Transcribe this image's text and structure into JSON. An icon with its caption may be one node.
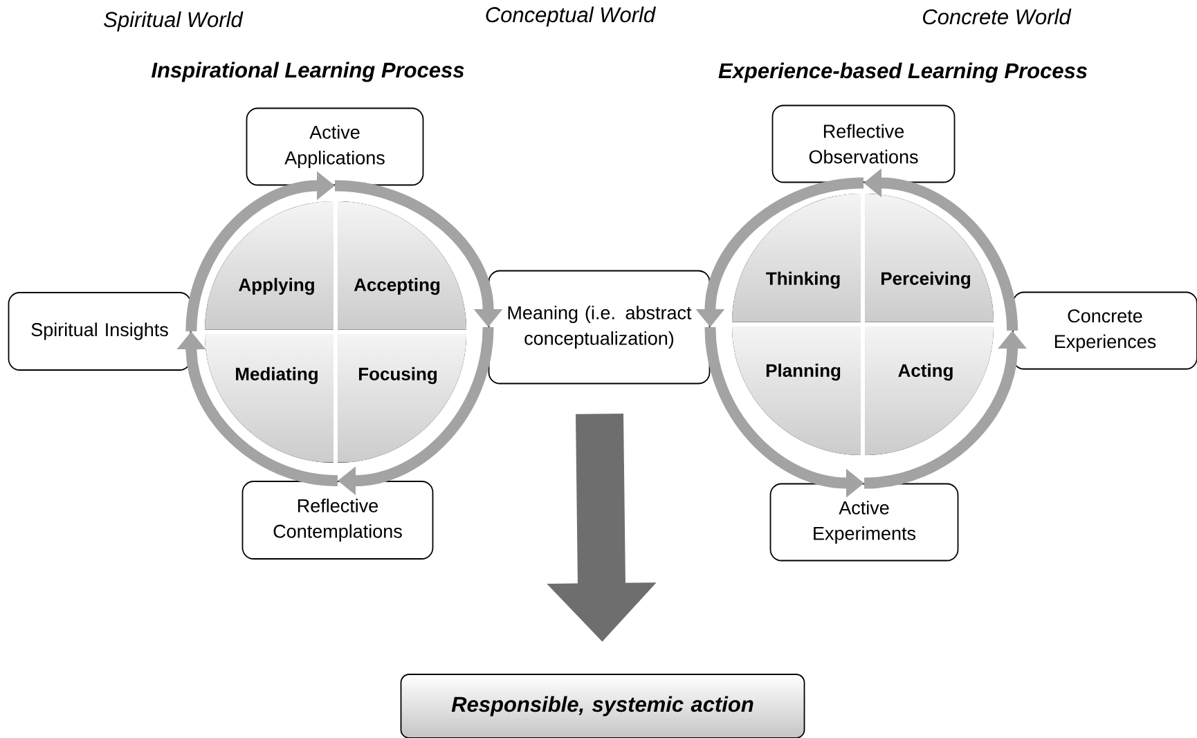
{
  "diagram": {
    "nodes": [
      {
        "text": [
          "Active Applications"
        ]
      },
      {
        "text": [
          "Spiritual Insights"
        ]
      },
      {
        "text": [
          "Reflective Contemplations"
        ]
      },
      {
        "text": [
          "Meaning (i.e. abstract conceptualization)"
        ]
      },
      {
        "text": [
          "Reflective Observations"
        ]
      },
      {
        "text": [
          "Concrete Experiences"
        ]
      },
      {
        "text": [
          "Active Experiments"
        ]
      },
      {
        "text": [
          "Responsible, systemic action"
        ]
      },
      {
        "text": [
          "Applying"
        ]
      },
      {
        "text": [
          "Accepting"
        ]
      },
      {
        "text": [
          "Mediating"
        ]
      },
      {
        "text": [
          "Focusing"
        ]
      },
      {
        "text": [
          "Thinking"
        ]
      },
      {
        "text": [
          "Perceiving"
        ]
      },
      {
        "text": [
          "Planning"
        ]
      },
      {
        "text": [
          "Acting"
        ]
      }
    ],
    "edges": [
      {
        "from": 1,
        "to": 0,
        "arrow": "to"
      },
      {
        "from": 0,
        "to": 3,
        "arrow": "to"
      },
      {
        "from": 3,
        "to": 2,
        "arrow": "to"
      },
      {
        "from": 2,
        "to": 1,
        "arrow": "to"
      },
      {
        "from": 5,
        "to": 4,
        "arrow": "to"
      },
      {
        "from": 4,
        "to": 3,
        "arrow": "to"
      },
      {
        "from": 3,
        "to": 6,
        "arrow": "to"
      },
      {
        "from": 6,
        "to": 5,
        "arrow": "to"
      },
      {
        "from": 3,
        "to": 7,
        "arrow": "to",
        "style": "thick",
        "color": "#6e6e6e"
      }
    ],
    "labels": [
      "Spiritual World",
      "Conceptual World",
      "Concrete World",
      "Inspirational Learning Process",
      "Experience-based Learning Process"
    ]
  }
}
